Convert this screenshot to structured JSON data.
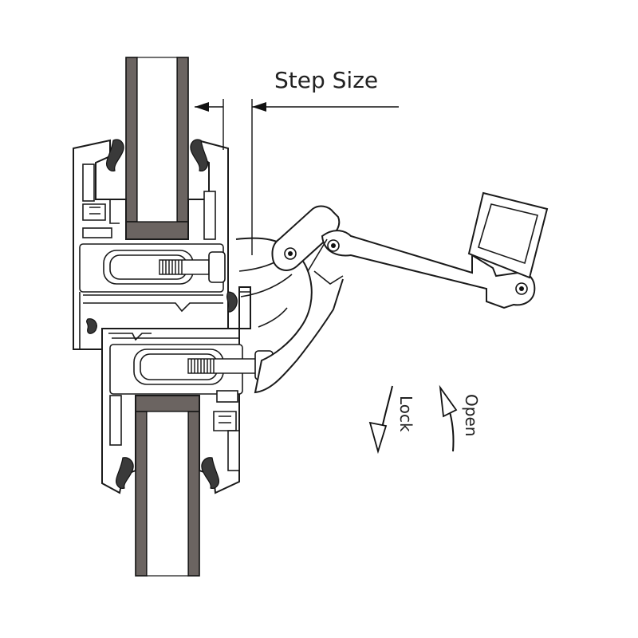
{
  "labels": {
    "step_size": "Step Size",
    "lock": "Lock",
    "open": "Open"
  },
  "colors": {
    "line": "#1a1a1a",
    "glass": "#6b6461",
    "gasket": "#3a3a3a",
    "background": "#ffffff"
  }
}
